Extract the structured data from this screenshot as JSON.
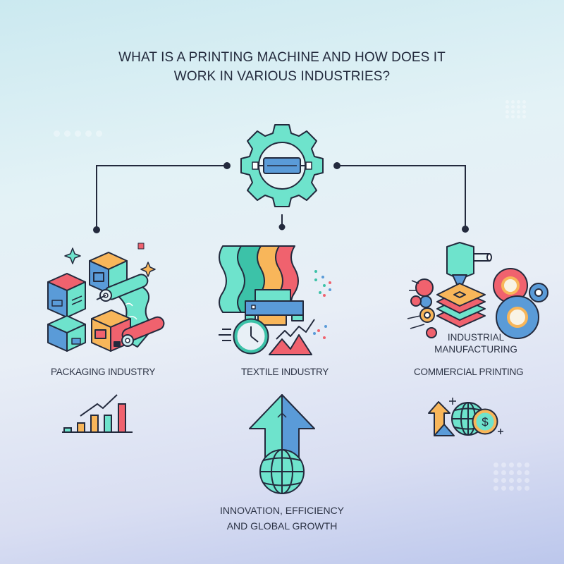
{
  "title": {
    "line1": "WHAT IS A PRINTING MACHINE AND HOW DOES IT",
    "line2": "WORK IN VARIOUS INDUSTRIES?"
  },
  "center_node": {
    "icon": "gear-printer-roller-icon"
  },
  "branches": [
    {
      "id": "packaging",
      "label": "PACKAGING INDUSTRY",
      "illustration": "boxes-and-print-roll-icon",
      "sub_icon": "growth-bar-chart-icon"
    },
    {
      "id": "textile",
      "label": "TEXTILE INDUSTRY",
      "illustration": "fabric-printer-clock-icon",
      "sub_icon": "arrow-up-globe-icon"
    },
    {
      "id": "commercial",
      "label": "COMMERCIAL PRINTING",
      "illustration": "industrial-printer-gears-icon",
      "illustration_label_line1": "INDUSTRIAL",
      "illustration_label_line2": "MANUFACTURING",
      "sub_icon": "globe-dollar-arrow-icon"
    }
  ],
  "bottom": {
    "line1": "INNOVATION, EFFICIENCY",
    "line2": "AND GLOBAL GROWTH"
  },
  "colors": {
    "teal": "#6ee3cc",
    "blue": "#5a9bd8",
    "orange": "#f8b65a",
    "red": "#f0626e",
    "outline": "#232a3d"
  }
}
